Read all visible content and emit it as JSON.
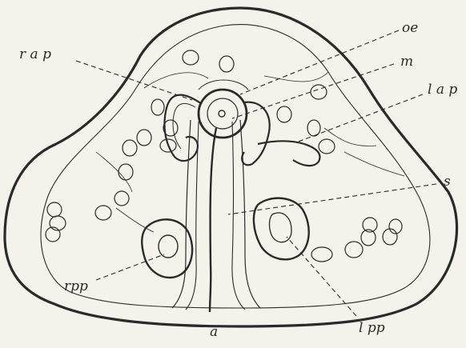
{
  "labels": {
    "oe": "oe",
    "rap": "r a p",
    "m": "m",
    "lap": "l a p",
    "s": "s",
    "rpp": "rpp",
    "a": "a",
    "lpp": "l pp"
  },
  "colors": {
    "background": "#f4f2ea",
    "ink": "#2a2a2a"
  }
}
